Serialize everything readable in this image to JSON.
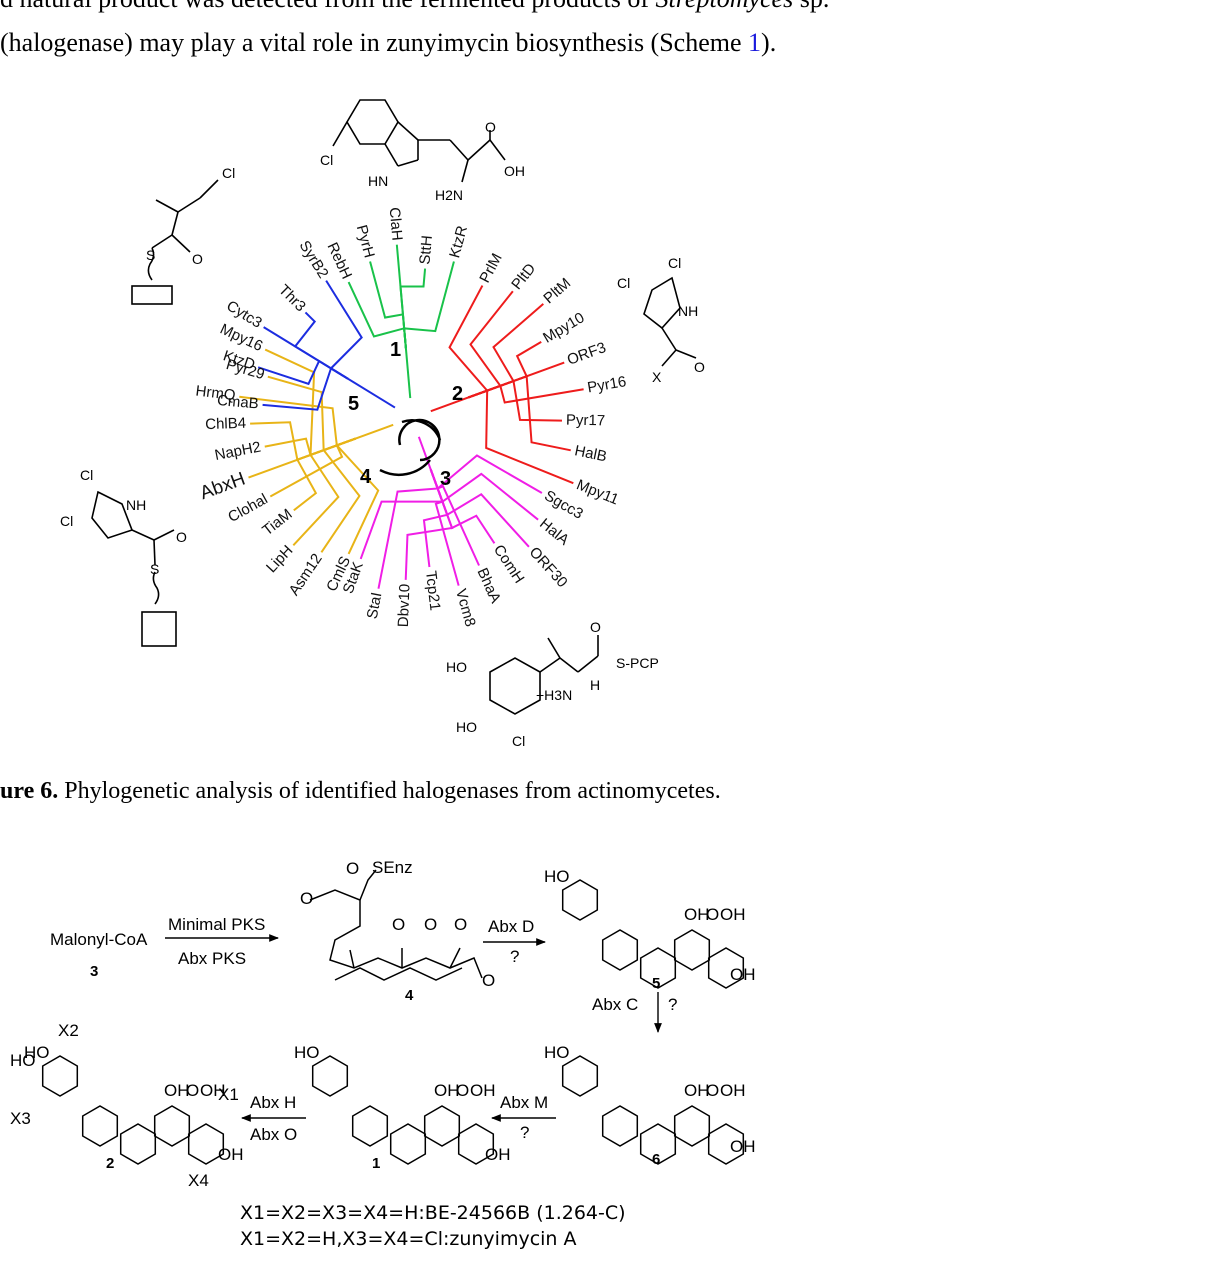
{
  "intro": {
    "line1_a": "d natural product was detected from the fermented products of ",
    "line1_italic": "Streptomyces",
    "line1_b": " sp.",
    "line2_a": "(halogenase) may play a vital role in zunyimycin biosynthesis (Scheme ",
    "line2_ref": "1",
    "line2_b": ")."
  },
  "figure6": {
    "clades": [
      "1",
      "2",
      "3",
      "4",
      "5"
    ],
    "clade_colors": {
      "1": "#19c24a",
      "2": "#ee1c1c",
      "3": "#f01ee6",
      "4": "#e8b417",
      "5": "#1c2de0"
    },
    "leaves": {
      "clade1": [
        "RebH",
        "PyrH",
        "ClaH",
        "SttH",
        "KtzR"
      ],
      "clade2": [
        "PrlM",
        "PltD",
        "PltM",
        "Mpy10",
        "ORF3",
        "Pyr16",
        "Pyr17",
        "HalB",
        "Mpy11"
      ],
      "clade3": [
        "Sgcc3",
        "HalA",
        "ORF30",
        "ComH",
        "BhaA",
        "Vcm8",
        "Tcp21",
        "Dbv10",
        "StaI",
        "StaK"
      ],
      "clade4": [
        "CmlS",
        "Asm12",
        "LipH",
        "TiaM",
        "Clohal",
        "AbxH",
        "NapH2",
        "ChlB4",
        "HrmQ",
        "Pyr29",
        "Mpy16"
      ],
      "clade5": [
        "CmaB",
        "KtzD",
        "Cytc3",
        "Thr3",
        "SyrB2"
      ]
    },
    "struct_labels": {
      "top": [
        "Cl",
        "HN",
        "H2N",
        "O",
        "OH"
      ],
      "left_top": [
        "Cl",
        "S",
        "O"
      ],
      "right": [
        "Cl",
        "Cl",
        "NH",
        "X",
        "O"
      ],
      "left_bottom": [
        "Cl",
        "Cl",
        "NH",
        "O",
        "S"
      ],
      "bottom": [
        "O",
        "S-PCP",
        "HO",
        "HO",
        "Cl",
        "+H3N",
        "H"
      ]
    }
  },
  "caption": {
    "label": "ure 6.",
    "text": " Phylogenetic analysis of identified halogenases from actinomycetes."
  },
  "scheme": {
    "malonyl": "Malonyl-CoA",
    "n3": "3",
    "minimal_pks": "Minimal PKS",
    "abx_pks": "Abx PKS",
    "senz": "SEnz",
    "n4": "4",
    "abx_d": "Abx D",
    "q": "?",
    "n5": "5",
    "abx_c": "Abx C",
    "n6": "6",
    "abx_m": "Abx M",
    "n1": "1",
    "abx_h": "Abx H",
    "abx_o": "Abx O",
    "n2": "2",
    "ho": "HO",
    "oh": "OH",
    "o": "O",
    "x1": "X1",
    "x2": "X2",
    "x3": "X3",
    "x4": "X4"
  },
  "notes": {
    "line1": "X1=X2=X3=X4=H:BE-24566B (1.264-C)",
    "line2": "X1=X2=H,X3=X4=Cl:zunyimycin A"
  }
}
